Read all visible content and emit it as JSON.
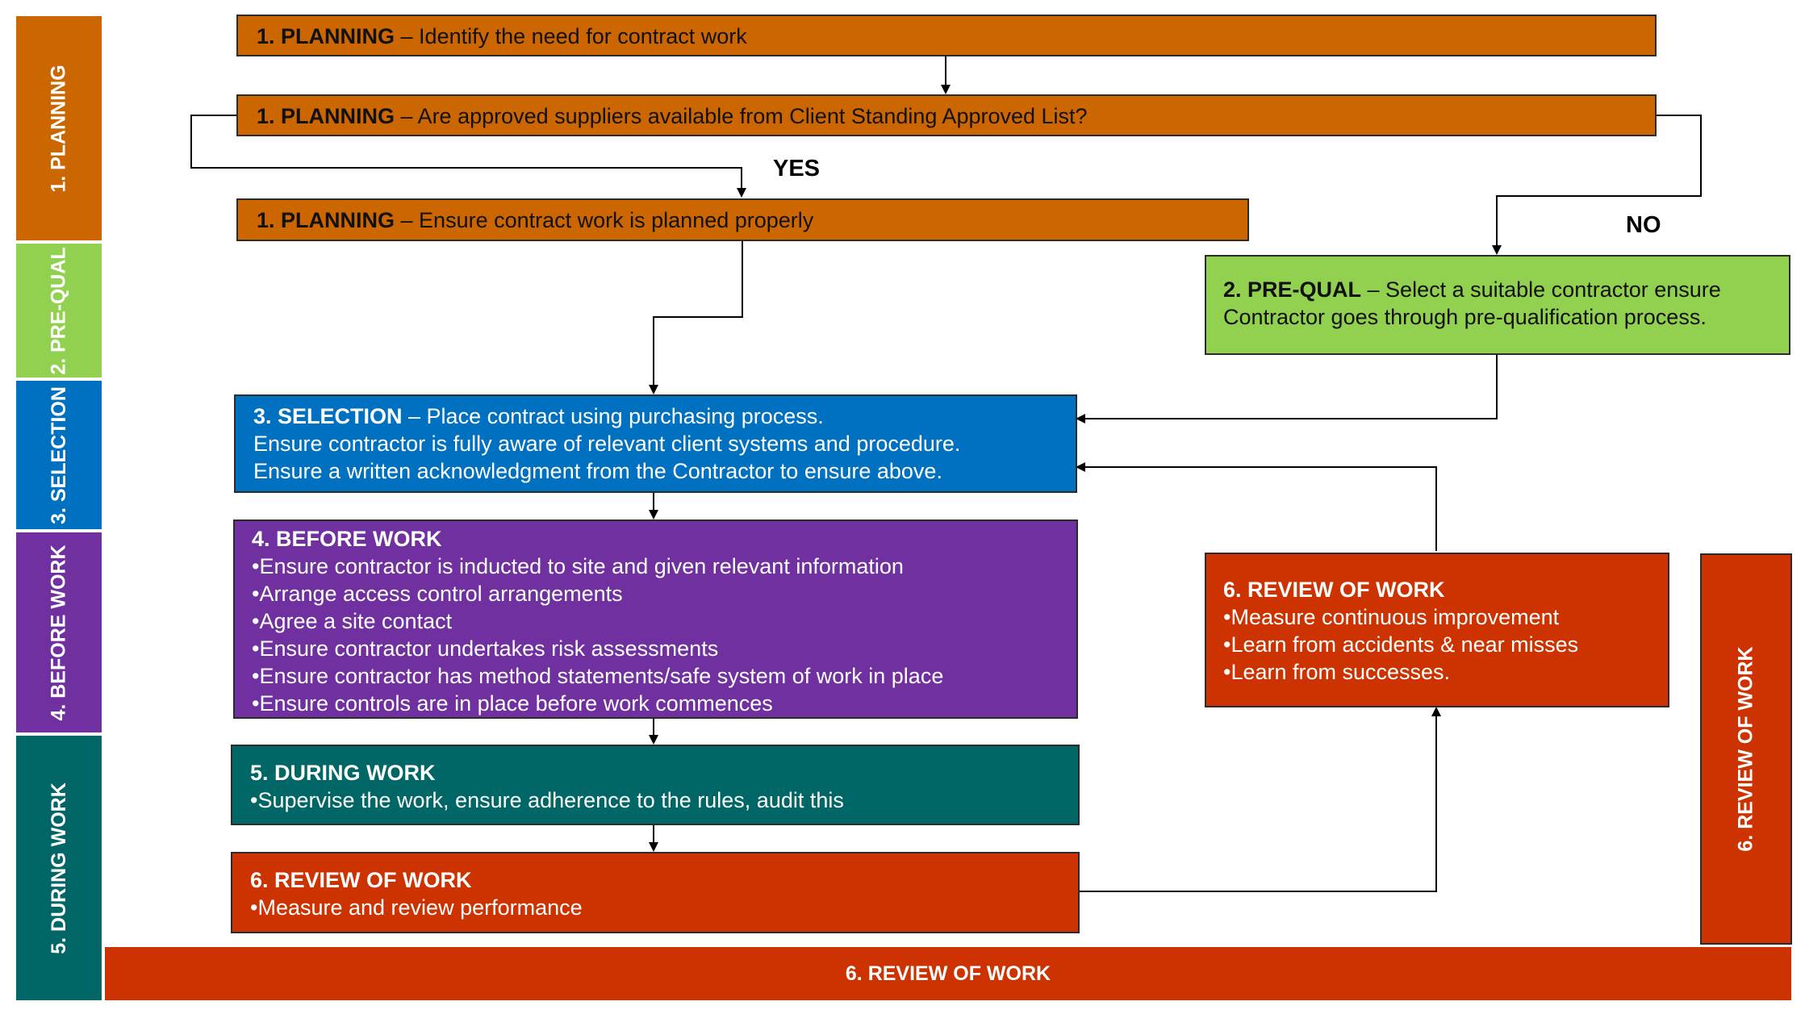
{
  "colors": {
    "planning": "#CC6600",
    "prequal": "#92D050",
    "selection": "#0070C0",
    "before": "#7030A0",
    "during": "#006666",
    "review": "#CC3300"
  },
  "bands": {
    "planning": "1. PLANNING",
    "prequal": "2. PRE-QUAL",
    "selection": "3. SELECTION",
    "before": "4. BEFORE WORK",
    "during": "5. DURING WORK"
  },
  "boxes": {
    "planning1": {
      "title": "1. PLANNING",
      "text": " – Identify the need for contract work"
    },
    "planning2": {
      "title": "1. PLANNING",
      "text": " – Are approved suppliers available from Client Standing Approved List?"
    },
    "planning3": {
      "title": "1. PLANNING",
      "text": " – Ensure contract work is planned properly"
    },
    "prequal": {
      "title": "2. PRE-QUAL",
      "text": " – Select a suitable contractor ensure",
      "line2": "Contractor goes through pre-qualification process."
    },
    "selection": {
      "title": "3. SELECTION",
      "text": " – Place contract using purchasing process.",
      "line2": "Ensure contractor is fully aware of relevant client systems and procedure.",
      "line3": "Ensure a written acknowledgment from the Contractor to ensure above."
    },
    "before": {
      "title": "4. BEFORE WORK",
      "items": [
        "•Ensure contractor is inducted to site and given relevant information",
        "•Arrange access control arrangements",
        "•Agree a site contact",
        "•Ensure contractor undertakes risk assessments",
        "•Ensure contractor has method statements/safe system of work in place",
        "•Ensure controls are in place before work commences"
      ]
    },
    "during": {
      "title": "5. DURING WORK",
      "items": [
        "•Supervise the work, ensure adherence to the rules, audit this"
      ]
    },
    "review1": {
      "title": "6. REVIEW OF WORK",
      "items": [
        "•Measure and review performance"
      ]
    },
    "review2": {
      "title": "6. REVIEW OF WORK",
      "items": [
        "•Measure continuous improvement",
        "•Learn from accidents & near misses",
        "•Learn from successes."
      ]
    }
  },
  "side_label": "6. REVIEW OF WORK",
  "bottom_label": "6. REVIEW OF WORK",
  "edge_labels": {
    "yes": "YES",
    "no": "NO"
  }
}
